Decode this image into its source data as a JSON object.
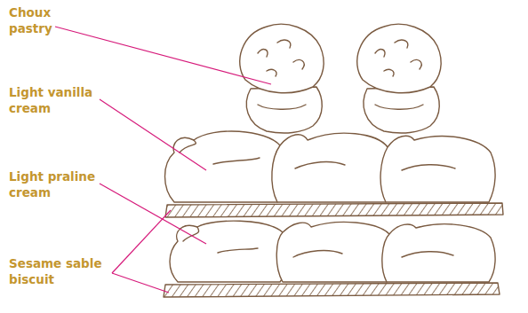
{
  "diagram": {
    "labels": [
      "Choux pastry",
      "Light vanilla cream",
      "Light praline cream",
      "Sesame sable biscuit"
    ]
  }
}
